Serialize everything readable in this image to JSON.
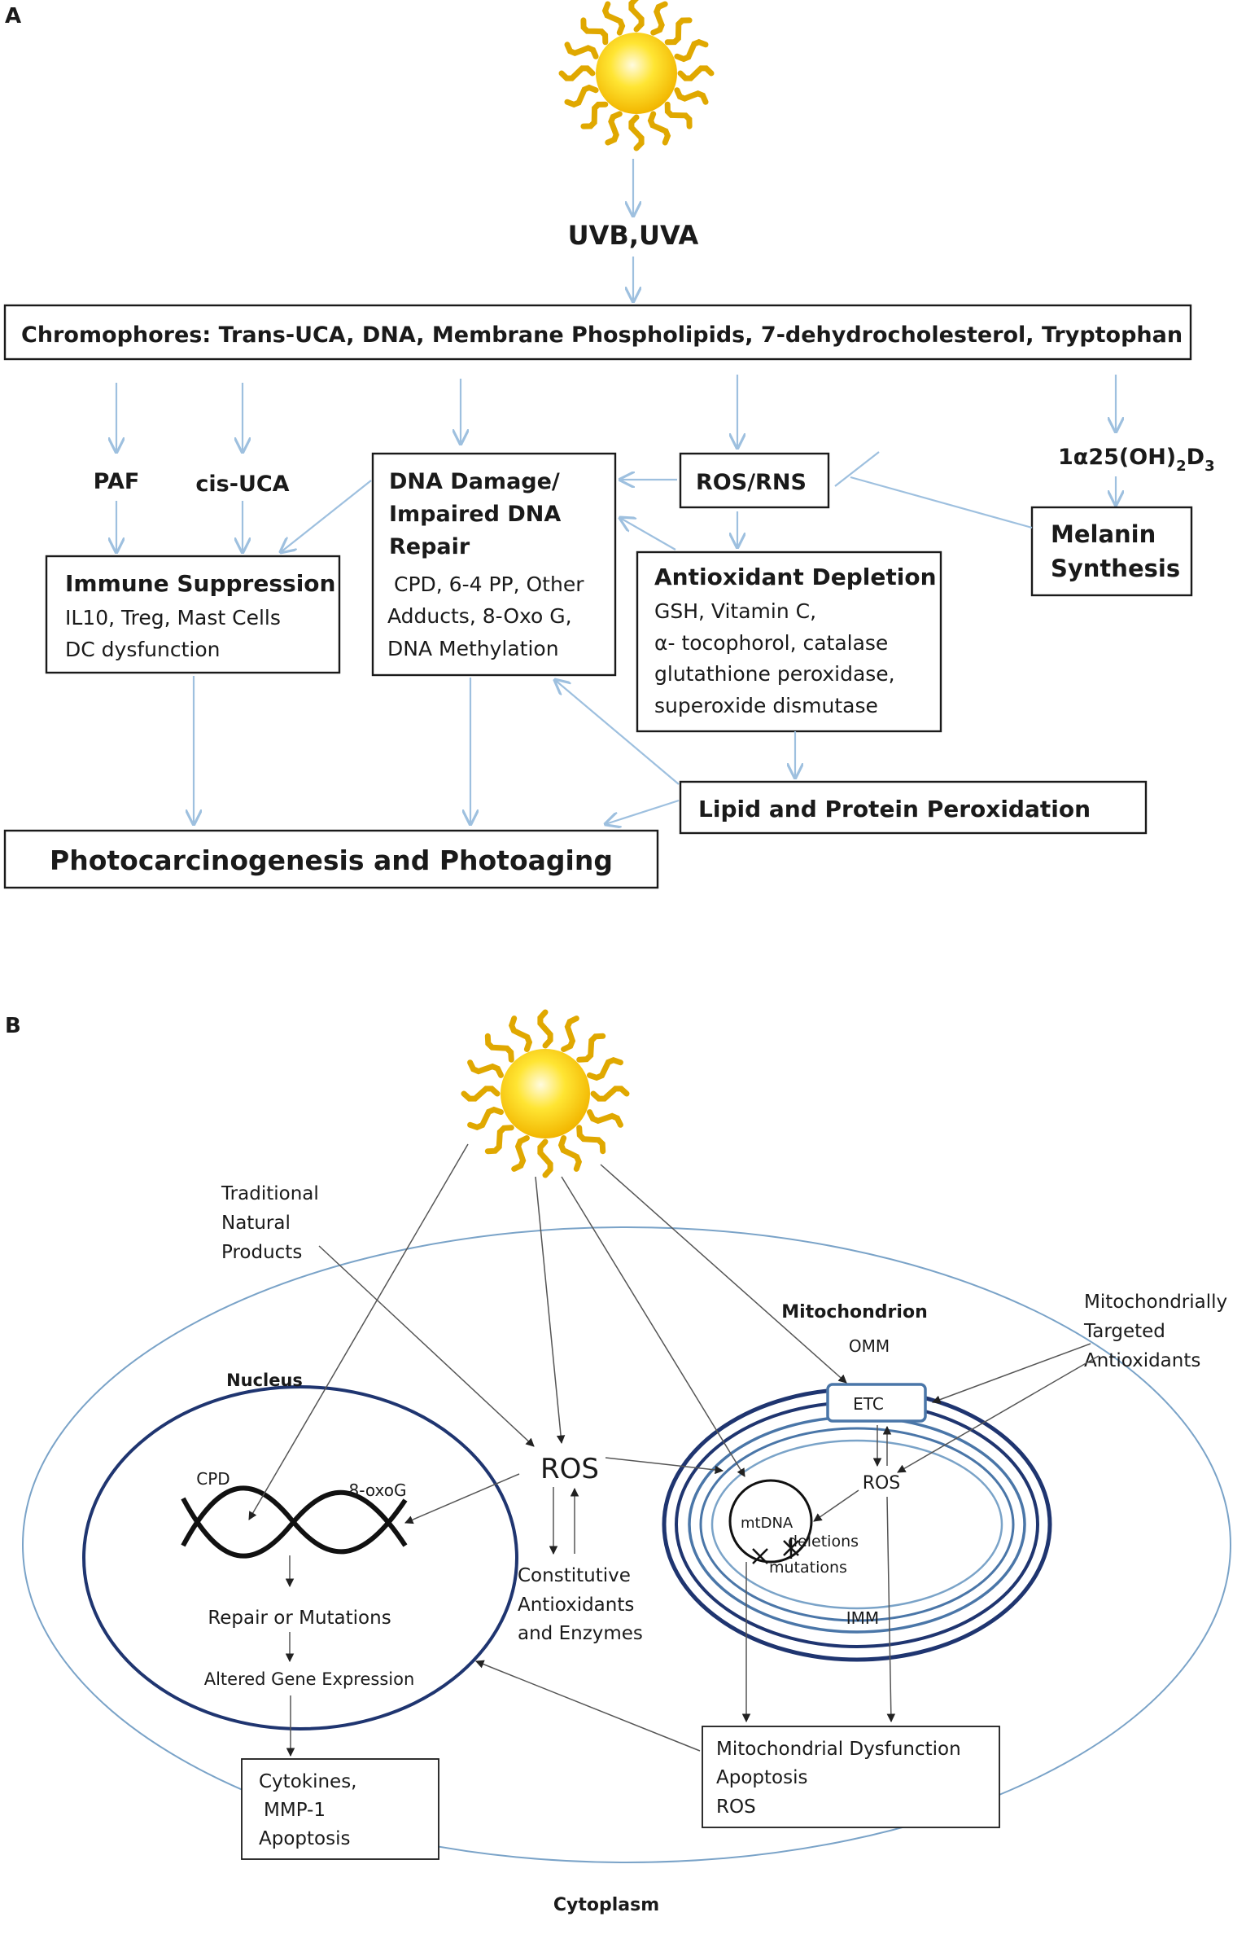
{
  "panel_a": {
    "label": "A",
    "uv": "UVB,UVA",
    "chromophores": "Chromophores:  Trans-UCA, DNA, Membrane Phospholipids,  7-dehydrocholesterol, Tryptophan",
    "paf": "PAF",
    "cis_uca": "cis-UCA",
    "vitd_main": "1α25(OH)",
    "vitd_sub1": "2",
    "vitd_d": "D",
    "vitd_sub2": "3",
    "ros_rns": "ROS/RNS",
    "melanin_1": "Melanin",
    "melanin_2": "Synthesis",
    "dna_title_1": "DNA Damage/",
    "dna_title_2": "Impaired DNA",
    "dna_title_3": "Repair",
    "dna_body_1": "CPD, 6-4 PP, Other",
    "dna_body_2": "Adducts, 8-Oxo G,",
    "dna_body_3": "DNA Methylation",
    "immune_title": "Immune Suppression",
    "immune_body_1": "IL10, Treg, Mast Cells",
    "immune_body_2": "DC dysfunction",
    "antiox_title": "Antioxidant Depletion",
    "antiox_body_1": "GSH, Vitamin C,",
    "antiox_body_2": "α- tocophorol, catalase",
    "antiox_body_3": "glutathione peroxidase,",
    "antiox_body_4": "superoxide dismutase",
    "lipid": "Lipid and Protein Peroxidation",
    "photo": "Photocarcinogenesis and Photoaging"
  },
  "panel_b": {
    "label": "B",
    "traditional_1": "Traditional",
    "traditional_2": "Natural",
    "traditional_3": "Products",
    "mito_targeted_1": "Mitochondrially",
    "mito_targeted_2": "Targeted",
    "mito_targeted_3": "Antioxidants",
    "mitochondrion": "Mitochondrion",
    "omm": "OMM",
    "etc": "ETC",
    "ros_mito": "ROS",
    "mtdna": "mtDNA",
    "deletions": "deletions",
    "mutations": "mutations",
    "imm": "IMM",
    "nucleus": "Nucleus",
    "cpd": "CPD",
    "oxog": "8-oxoG",
    "repair": "Repair or Mutations",
    "altered": "Altered Gene Expression",
    "ros_center": "ROS",
    "constitutive_1": "Constitutive",
    "constitutive_2": "Antioxidants",
    "constitutive_3": "and Enzymes",
    "cytokines_1": "Cytokines,",
    "cytokines_2": "MMP-1",
    "cytokines_3": "Apoptosis",
    "dysfunction_1": "Mitochondrial Dysfunction",
    "dysfunction_2": "Apoptosis",
    "dysfunction_3": "ROS",
    "cytoplasm": "Cytoplasm"
  },
  "colors": {
    "arrow_a": "#9ec0df",
    "dark_blue": "#1f3570",
    "mid_blue": "#4a76a8",
    "light_blue": "#7aa3c8",
    "sun_core": "#ffd400",
    "sun_ray": "#e0a800"
  }
}
